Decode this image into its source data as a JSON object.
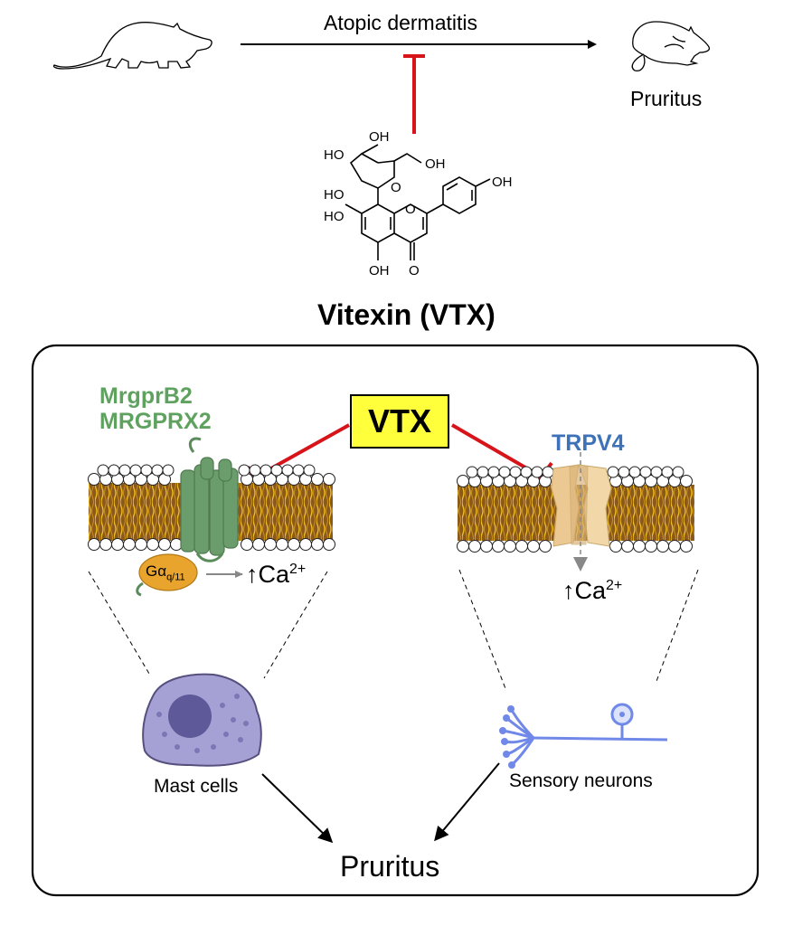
{
  "top": {
    "disease_label": "Atopic dermatitis",
    "outcome_label": "Pruritus"
  },
  "compound": {
    "name": "Vitexin (VTX)",
    "atoms": {
      "oh_top": "OH",
      "ho_left1": "HO",
      "oh_ch2": "OH",
      "ho_left2": "HO",
      "ring_o": "O",
      "ho_a_ring": "HO",
      "o_c_ring": "O",
      "oh_phenyl": "OH",
      "oh_bottom": "OH",
      "o_keto": "O"
    }
  },
  "mechanism": {
    "vtx_box_label": "VTX",
    "left_receptor": {
      "label_line1": "MrgprB2",
      "label_line2": "MRGPRX2",
      "g_protein": "Gα",
      "g_protein_sub": "q/11",
      "calcium": "↑Ca",
      "calcium_sup": "2+",
      "cell_label": "Mast cells"
    },
    "right_receptor": {
      "label": "TRPV4",
      "calcium": "↑Ca",
      "calcium_sup": "2+",
      "cell_label": "Sensory neurons"
    },
    "outcome_label": "Pruritus"
  },
  "colors": {
    "inhibit_red": "#d7141a",
    "receptor_green": "#5fa25f",
    "trpv4_blue": "#3d72b8",
    "vtx_yellow": "#ffff3c",
    "g_protein_orange": "#e8a42c",
    "mast_cell_purple": "#9b97c9",
    "neuron_blue": "#7089e8",
    "channel_tan": "#ecc993"
  }
}
